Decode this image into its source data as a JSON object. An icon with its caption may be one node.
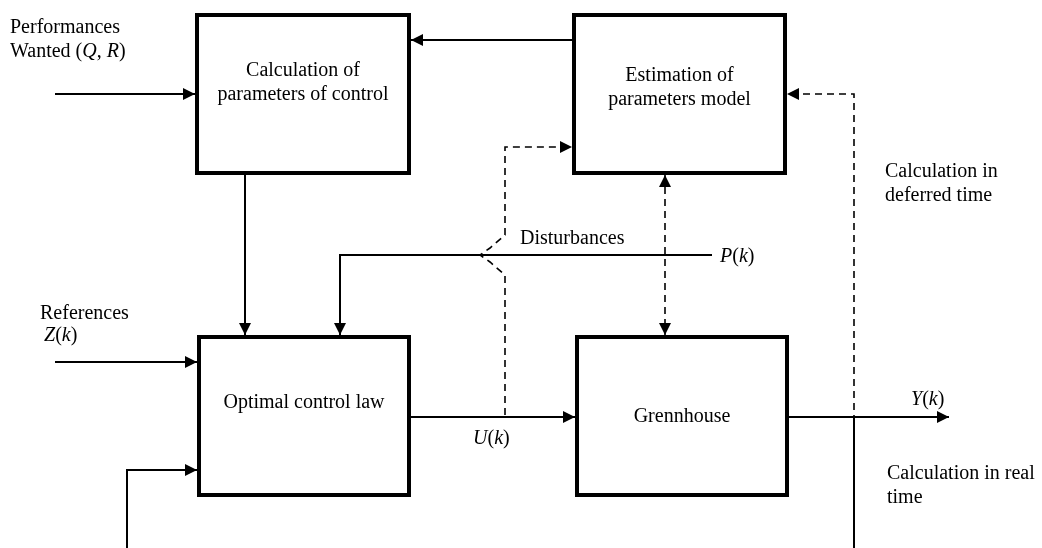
{
  "diagram": {
    "nodes": [
      {
        "text": [
          "Calculation of parameters of control"
        ]
      },
      {
        "text": [
          "Estimation of parameters model"
        ]
      },
      {
        "text": [
          "Optimal control law"
        ]
      },
      {
        "text": [
          "Grennhouse"
        ]
      },
      {
        "text": [
          "*P*(*k*)"
        ]
      },
      {
        "text": [
          "*Y*(*k*)"
        ]
      }
    ],
    "edges": [
      {
        "from": null,
        "to": 0,
        "arrow": "to"
      },
      {
        "from": 1,
        "to": 0,
        "arrow": "to"
      },
      {
        "from": 0,
        "to": 2,
        "arrow": "to"
      },
      {
        "from": 4,
        "to": 2,
        "arrow": "to",
        "label": "Disturbances"
      },
      {
        "from": 1,
        "to": 3,
        "arrow": "both",
        "style": "dashed"
      },
      {
        "from": 2,
        "to": 1,
        "arrow": "to",
        "style": "dashed"
      },
      {
        "from": 3,
        "to": 1,
        "arrow": "to",
        "style": "dashed"
      },
      {
        "from": null,
        "to": 2,
        "arrow": "to"
      },
      {
        "from": 2,
        "to": 3,
        "arrow": "to",
        "label": "*U*(*k*)"
      },
      {
        "from": 3,
        "to": 5,
        "arrow": "to"
      },
      {
        "from": 3,
        "to": null,
        "arrow": "none"
      },
      {
        "from": null,
        "to": 2,
        "arrow": "to"
      }
    ],
    "labels": [
      "Performances Wanted (*Q*, *R*)",
      "Calculation in deferred time",
      "References",
      "*Z*(*k*)",
      "Calculation in real time"
    ]
  }
}
